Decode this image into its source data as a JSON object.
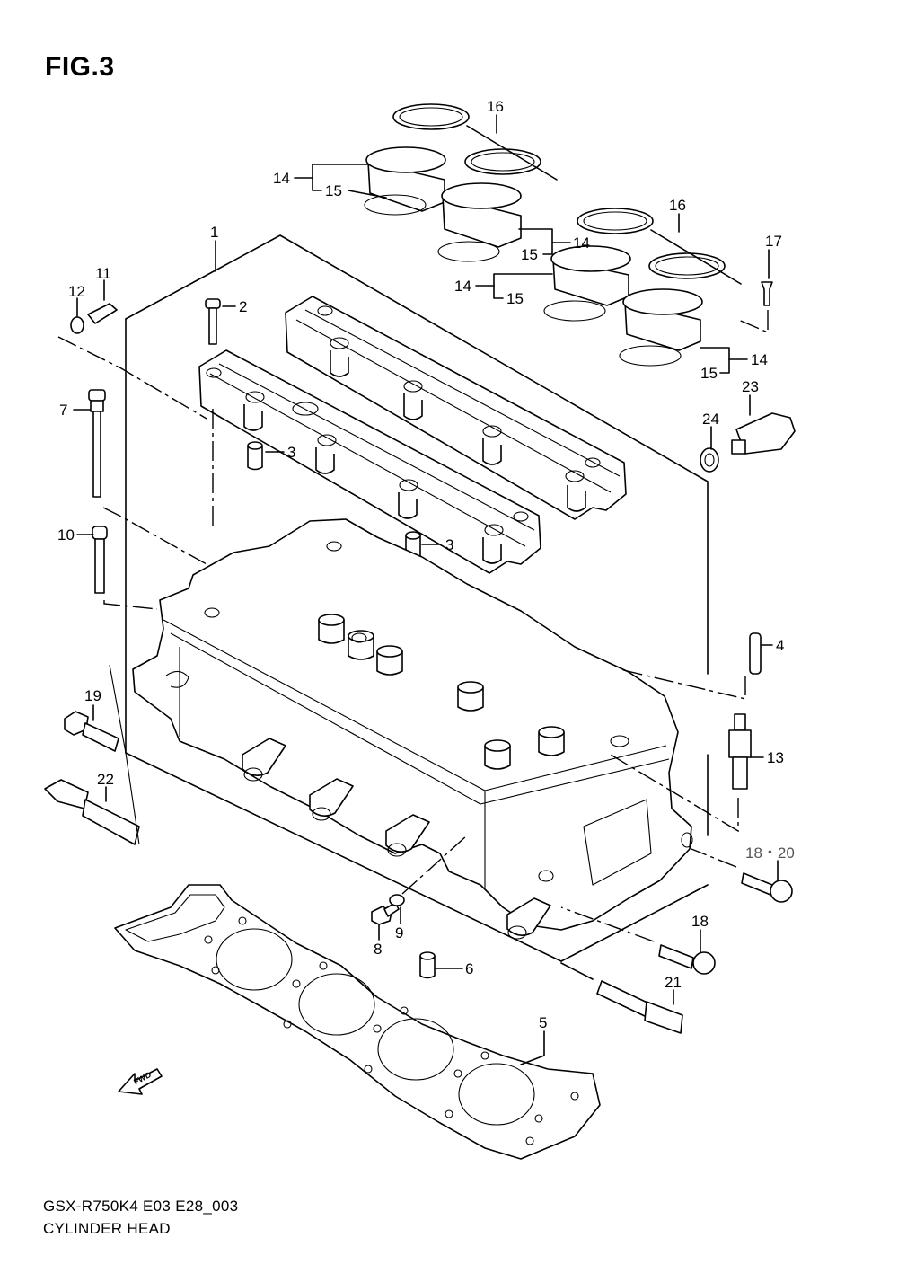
{
  "figure_title": "FIG.3",
  "model_code": "GSX-R750K4 E03 E28_003",
  "diagram_title": "CYLINDER HEAD",
  "fwd_arrow_text": "FWD",
  "callouts": {
    "c1": "1",
    "c2": "2",
    "c3a": "3",
    "c3b": "3",
    "c4": "4",
    "c5": "5",
    "c6": "6",
    "c7": "7",
    "c8": "8",
    "c9": "9",
    "c10": "10",
    "c11": "11",
    "c12": "12",
    "c13": "13",
    "c14a": "14",
    "c14b": "14",
    "c14c": "14",
    "c14d": "14",
    "c15a": "15",
    "c15b": "15",
    "c15c": "15",
    "c15d": "15",
    "c16a": "16",
    "c16b": "16",
    "c17": "17",
    "c18": "18",
    "c1820": "18・20",
    "c19": "19",
    "c21": "21",
    "c22": "22",
    "c23": "23",
    "c24": "24"
  }
}
